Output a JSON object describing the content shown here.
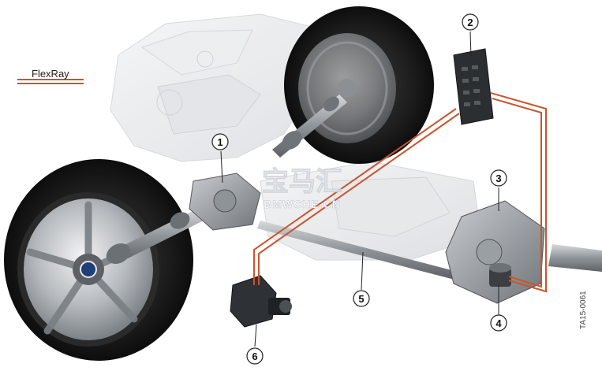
{
  "legend": {
    "label": "FlexRay",
    "line_color": "#c8552e"
  },
  "callouts": [
    {
      "number": "1"
    },
    {
      "number": "2"
    },
    {
      "number": "3"
    },
    {
      "number": "4"
    },
    {
      "number": "5"
    },
    {
      "number": "6"
    }
  ],
  "watermark": {
    "main": "宝马汇",
    "sub": "BMWCHE.CN"
  },
  "document_id": "TA15-0061",
  "colors": {
    "flexray_wire": "#c8552e",
    "tire": "#1b1b1b",
    "rim": "#b9bcc0",
    "ghost_component": "#e9eaec",
    "steel": "#8d9297"
  }
}
